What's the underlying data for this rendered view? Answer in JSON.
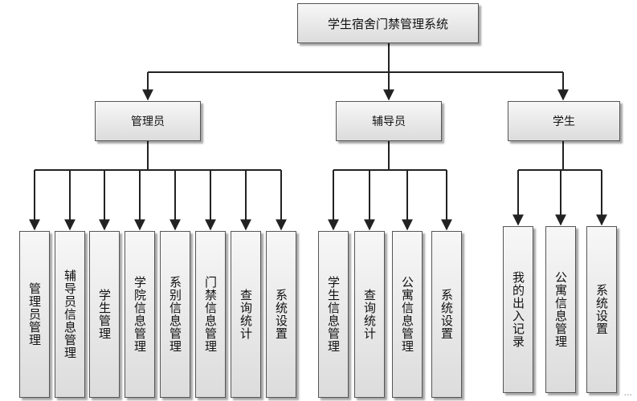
{
  "root": {
    "label": "学生宿舍门禁管理系统"
  },
  "groups": [
    {
      "label": "管理员",
      "children": [
        "管理员管理",
        "辅导员信息管理",
        "学生管理",
        "学院信息管理",
        "系别信息管理",
        "门禁信息管理",
        "查询统计",
        "系统设置"
      ]
    },
    {
      "label": "辅导员",
      "children": [
        "学生信息管理",
        "查询统计",
        "公寓信息管理",
        "系统设置"
      ]
    },
    {
      "label": "学生",
      "children": [
        "我的出入记录",
        "公寓信息管理",
        "系统设置"
      ]
    }
  ],
  "watermark": "..."
}
